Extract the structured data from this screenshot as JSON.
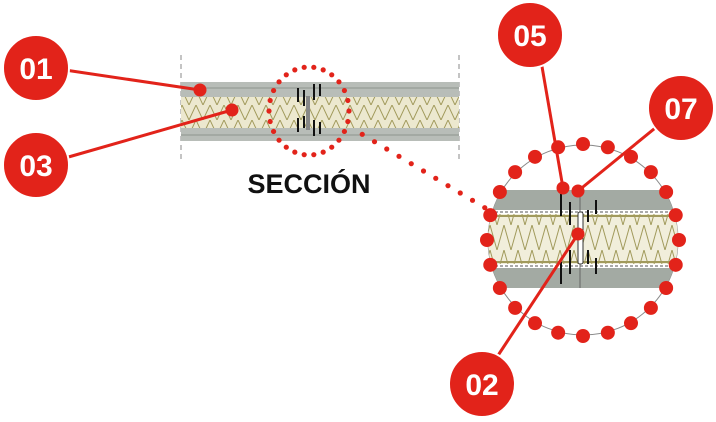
{
  "diagram": {
    "section_label": "SECCIÓN",
    "callouts": [
      {
        "id": "c01",
        "label": "01"
      },
      {
        "id": "c03",
        "label": "03"
      },
      {
        "id": "c05",
        "label": "05"
      },
      {
        "id": "c07",
        "label": "07"
      },
      {
        "id": "c02",
        "label": "02"
      }
    ]
  },
  "colors": {
    "accent_red": "#e2231a",
    "board_gray": "#a3aaa3",
    "insulation": "#e9e4c8",
    "insulation_line": "#a19a5c"
  }
}
